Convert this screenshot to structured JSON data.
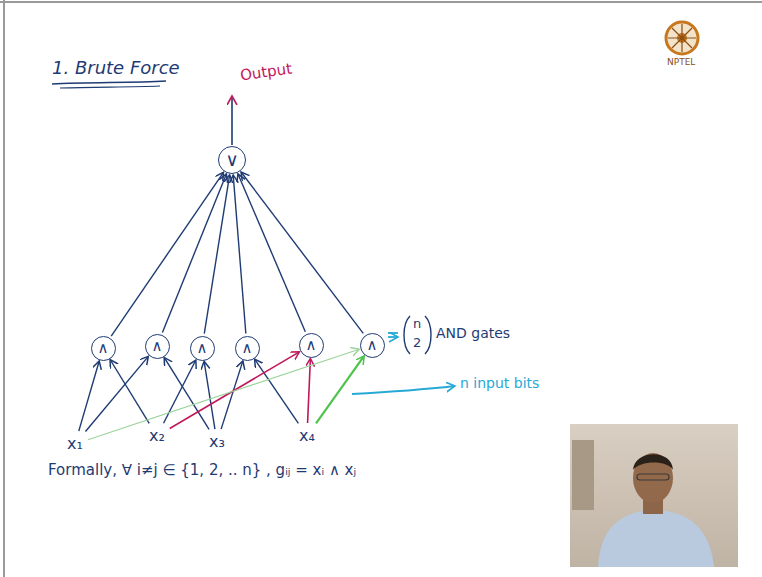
{
  "diagram": {
    "title": "1. Brute Force",
    "nodes": [
      {
        "text": [
          "∨"
        ]
      },
      {
        "text": [
          "∧"
        ]
      },
      {
        "text": [
          "∧"
        ]
      },
      {
        "text": [
          "∧"
        ]
      },
      {
        "text": [
          "∧"
        ]
      },
      {
        "text": [
          "∧"
        ]
      },
      {
        "text": [
          "∧"
        ]
      },
      {
        "text": [
          "x₁"
        ]
      },
      {
        "text": [
          "x₂"
        ]
      },
      {
        "text": [
          "x₃"
        ]
      },
      {
        "text": [
          "x₄"
        ]
      }
    ],
    "edges": [
      {
        "from": 1,
        "to": 0,
        "arrow": "to"
      },
      {
        "from": 2,
        "to": 0,
        "arrow": "to"
      },
      {
        "from": 3,
        "to": 0,
        "arrow": "to"
      },
      {
        "from": 4,
        "to": 0,
        "arrow": "to"
      },
      {
        "from": 5,
        "to": 0,
        "arrow": "to"
      },
      {
        "from": 6,
        "to": 0,
        "arrow": "to"
      },
      {
        "from": 7,
        "to": 1,
        "arrow": "to"
      },
      {
        "from": 8,
        "to": 1,
        "arrow": "to"
      },
      {
        "from": 7,
        "to": 2,
        "arrow": "to"
      },
      {
        "from": 9,
        "to": 2,
        "arrow": "to"
      },
      {
        "from": 8,
        "to": 3,
        "arrow": "to"
      },
      {
        "from": 9,
        "to": 3,
        "arrow": "to"
      },
      {
        "from": 9,
        "to": 4,
        "arrow": "to"
      },
      {
        "from": 10,
        "to": 4,
        "arrow": "to"
      },
      {
        "from": 8,
        "to": 5,
        "arrow": "to"
      },
      {
        "from": 10,
        "to": 5,
        "arrow": "to"
      },
      {
        "from": 7,
        "to": 6,
        "arrow": "to"
      },
      {
        "from": 10,
        "to": 6,
        "arrow": "to"
      }
    ],
    "labels": [
      "Output",
      "n",
      "2",
      "AND gates",
      "n input bits",
      "Formally, ∀ i≠j ∈ {1, 2, .. n} , gᵢⱼ = xᵢ ∧ xⱼ",
      "NPTEL"
    ]
  }
}
